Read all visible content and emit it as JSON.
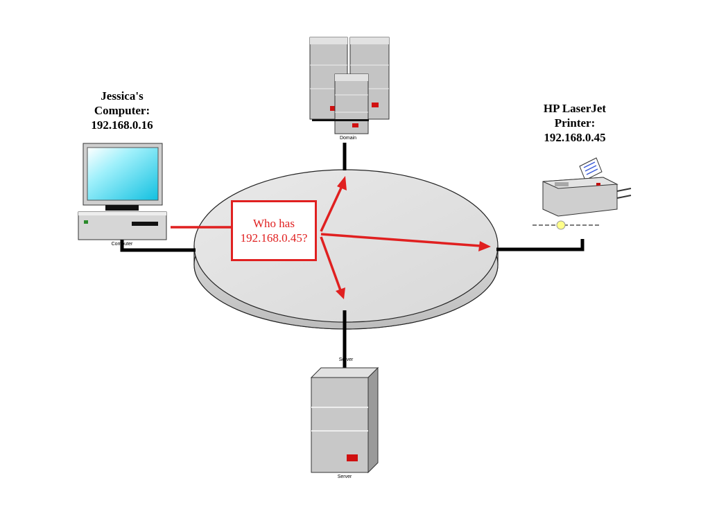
{
  "computer": {
    "line1": "Jessica's",
    "line2": "Computer:",
    "ip": "192.168.0.16",
    "icon_label": "Computer"
  },
  "printer": {
    "line1": "HP LaserJet",
    "line2": "Printer:",
    "ip": "192.168.0.45"
  },
  "domain_server": {
    "icon_label": "Domain"
  },
  "bottom_server": {
    "top_label": "Server",
    "icon_label": "Server"
  },
  "callout": {
    "line1": "Who has",
    "line2": "192.168.0.45?"
  },
  "colors": {
    "arrow": "#e02020",
    "cable": "#000000",
    "ring": "#e4e4e4",
    "device": "#c8c8c8"
  }
}
